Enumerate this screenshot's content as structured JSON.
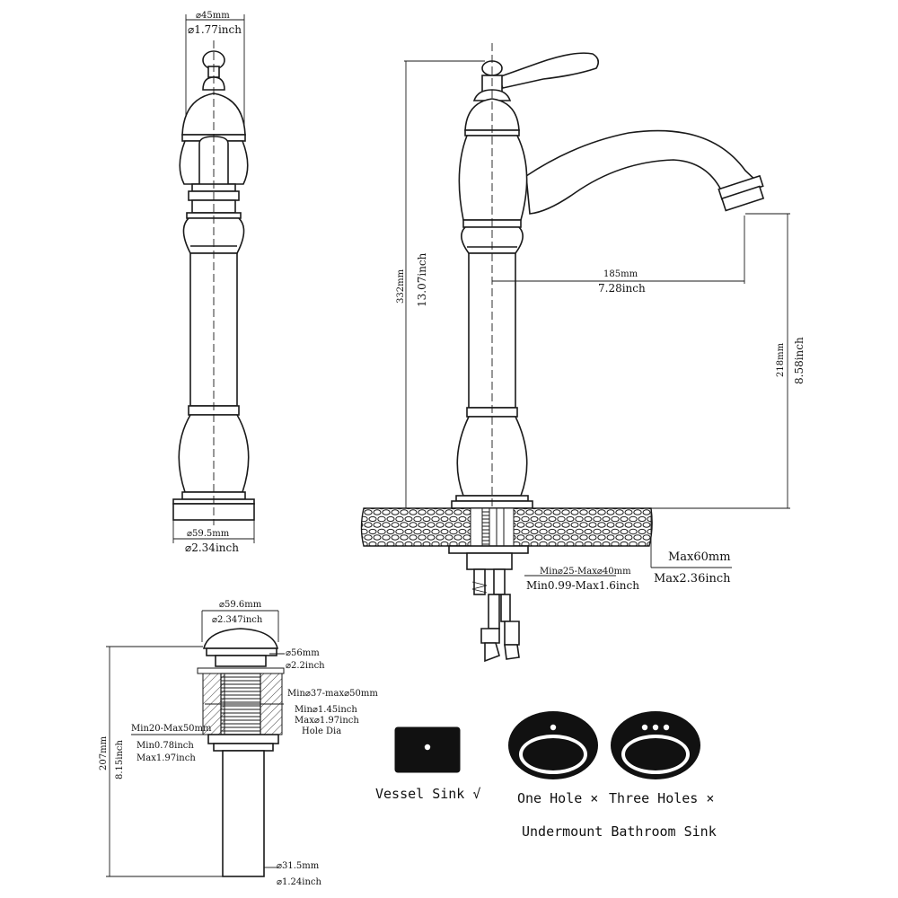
{
  "colors": {
    "ink": "#1a1a1a",
    "paper": "#ffffff"
  },
  "front_view": {
    "top_dia_mm": "⌀45mm",
    "top_dia_inch": "⌀1.77inch",
    "base_dia_mm": "⌀59.5mm",
    "base_dia_inch": "⌀2.34inch"
  },
  "side_view": {
    "height_mm": "332mm",
    "height_inch": "13.07inch",
    "reach_mm": "185mm",
    "reach_inch": "7.28inch",
    "spout_height_mm": "218mm",
    "spout_height_inch": "8.58inch",
    "deck_max_mm": "Max60mm",
    "deck_max_inch": "Max2.36inch",
    "hole_mm": "Min⌀25-Max⌀40mm",
    "hole_inch": "Min0.99-Max1.6inch"
  },
  "drain": {
    "cap_dia_mm": "⌀59.6mm",
    "cap_dia_inch": "⌀2.347inch",
    "flange_dia_mm": "⌀56mm",
    "flange_dia_inch": "⌀2.2inch",
    "hole_dia_mm": "Min⌀37-max⌀50mm",
    "hole_min_inch": "Min⌀1.45inch",
    "hole_max_inch": "Max⌀1.97inch",
    "hole_dia_label": "Hole Dia",
    "thickness_mm": "Min20-Max50mm",
    "thickness_min_inch": "Min0.78inch",
    "thickness_max_inch": "Max1.97inch",
    "length_mm": "207mm",
    "length_inch": "8.15inch",
    "tail_dia_mm": "⌀31.5mm",
    "tail_dia_inch": "⌀1.24inch"
  },
  "sinks": {
    "vessel_label": "Vessel Sink √",
    "one_hole_label": "One Hole ×",
    "three_holes_label": "Three Holes ×",
    "undermount_label": "Undermount Bathroom Sink"
  }
}
